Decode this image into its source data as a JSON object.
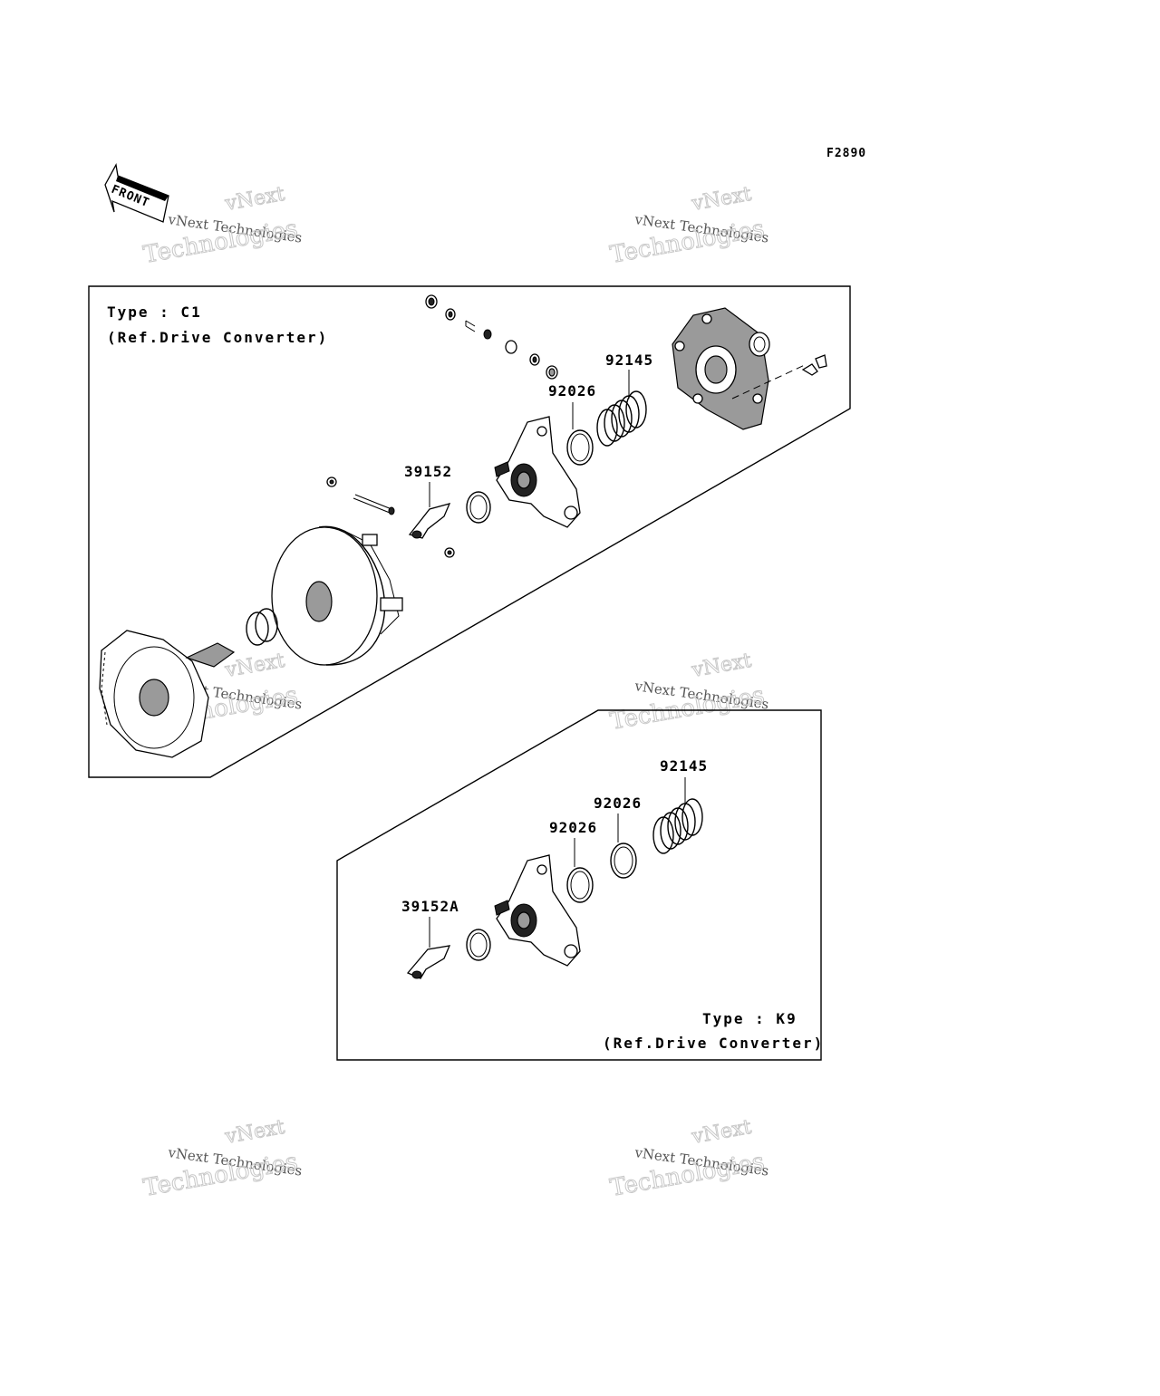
{
  "figure_code": "F2890",
  "front_arrow": {
    "text": "FRONT"
  },
  "watermark": {
    "line_small": "vNext Technologies",
    "line_top": "vNext",
    "line_big": "Technologies"
  },
  "panel_c1": {
    "type_label": "Type : C1",
    "ref_label": "(Ref.Drive Converter)",
    "parts": [
      {
        "number": "92145"
      },
      {
        "number": "92026"
      },
      {
        "number": "39152"
      }
    ]
  },
  "panel_k9": {
    "type_label": "Type : K9",
    "ref_label": "(Ref.Drive Converter)",
    "parts": [
      {
        "number": "92145"
      },
      {
        "number": "92026"
      },
      {
        "number": "92026"
      },
      {
        "number": "39152A"
      }
    ]
  }
}
